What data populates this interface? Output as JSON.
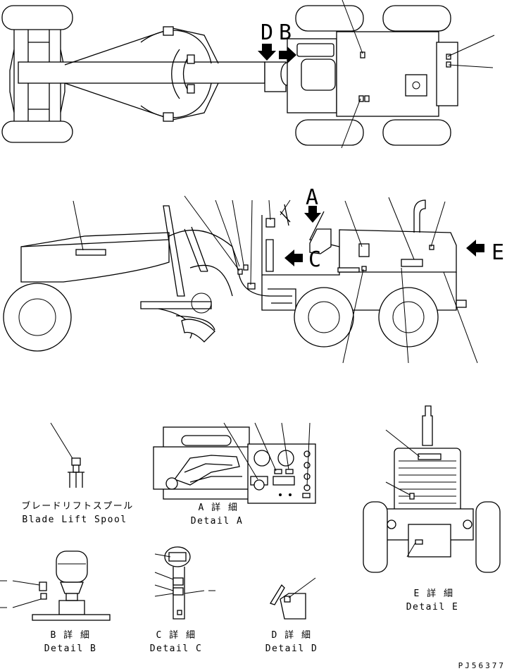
{
  "diagram": {
    "view_letters": {
      "d": "D",
      "b": "B",
      "a": "A",
      "c": "C",
      "e": "E"
    },
    "captions": {
      "spool_jp": "ブレードリフトスプール",
      "spool_en": "Blade Lift Spool",
      "detail_a_jp": "A 詳 細",
      "detail_a_en": "Detail A",
      "detail_b_jp": "B 詳 細",
      "detail_b_en": "Detail B",
      "detail_c_jp": "C 詳 細",
      "detail_c_en": "Detail C",
      "detail_d_jp": "D 詳 細",
      "detail_d_en": "Detail D",
      "detail_e_jp": "E 詳 細",
      "detail_e_en": "Detail E"
    },
    "reference_number": "PJ56377"
  }
}
